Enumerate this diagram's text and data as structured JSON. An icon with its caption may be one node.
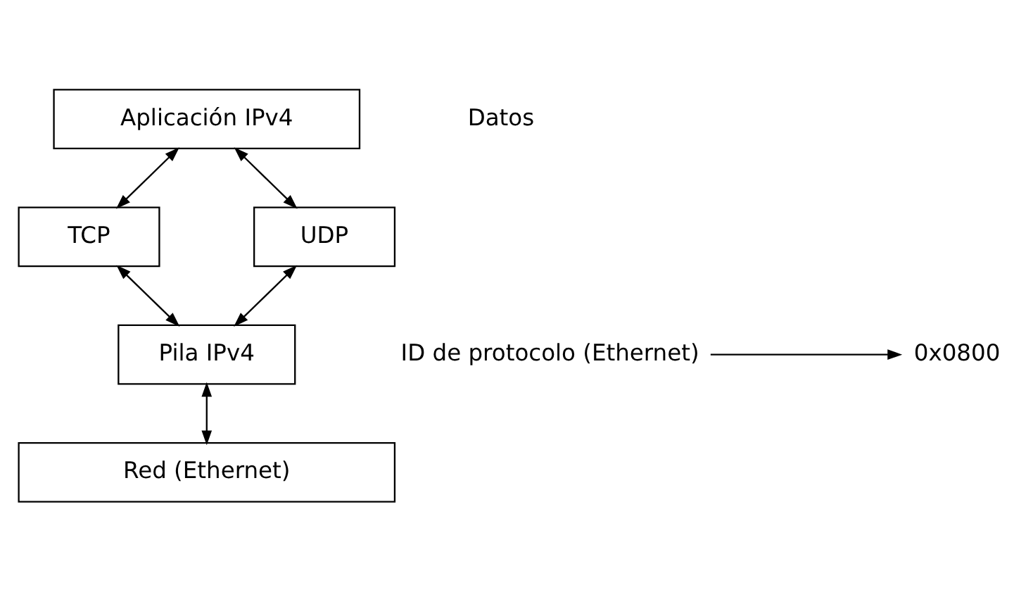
{
  "diagram": {
    "nodes": [
      {
        "text": [
          "Aplicación IPv4"
        ]
      },
      {
        "text": [
          "TCP"
        ]
      },
      {
        "text": [
          "UDP"
        ]
      },
      {
        "text": [
          "Pila IPv4"
        ]
      },
      {
        "text": [
          "Red (Ethernet)"
        ]
      },
      {
        "text": [
          "ID de protocolo (Ethernet)"
        ]
      },
      {
        "text": [
          "0x0800"
        ]
      }
    ],
    "edges": [
      {
        "from": 0,
        "to": 1,
        "arrow": "both"
      },
      {
        "from": 0,
        "to": 2,
        "arrow": "both"
      },
      {
        "from": 1,
        "to": 3,
        "arrow": "both"
      },
      {
        "from": 2,
        "to": 3,
        "arrow": "both"
      },
      {
        "from": 3,
        "to": 4,
        "arrow": "both"
      },
      {
        "from": 5,
        "to": 6,
        "arrow": "to"
      }
    ],
    "labels": [
      "Datos"
    ]
  }
}
